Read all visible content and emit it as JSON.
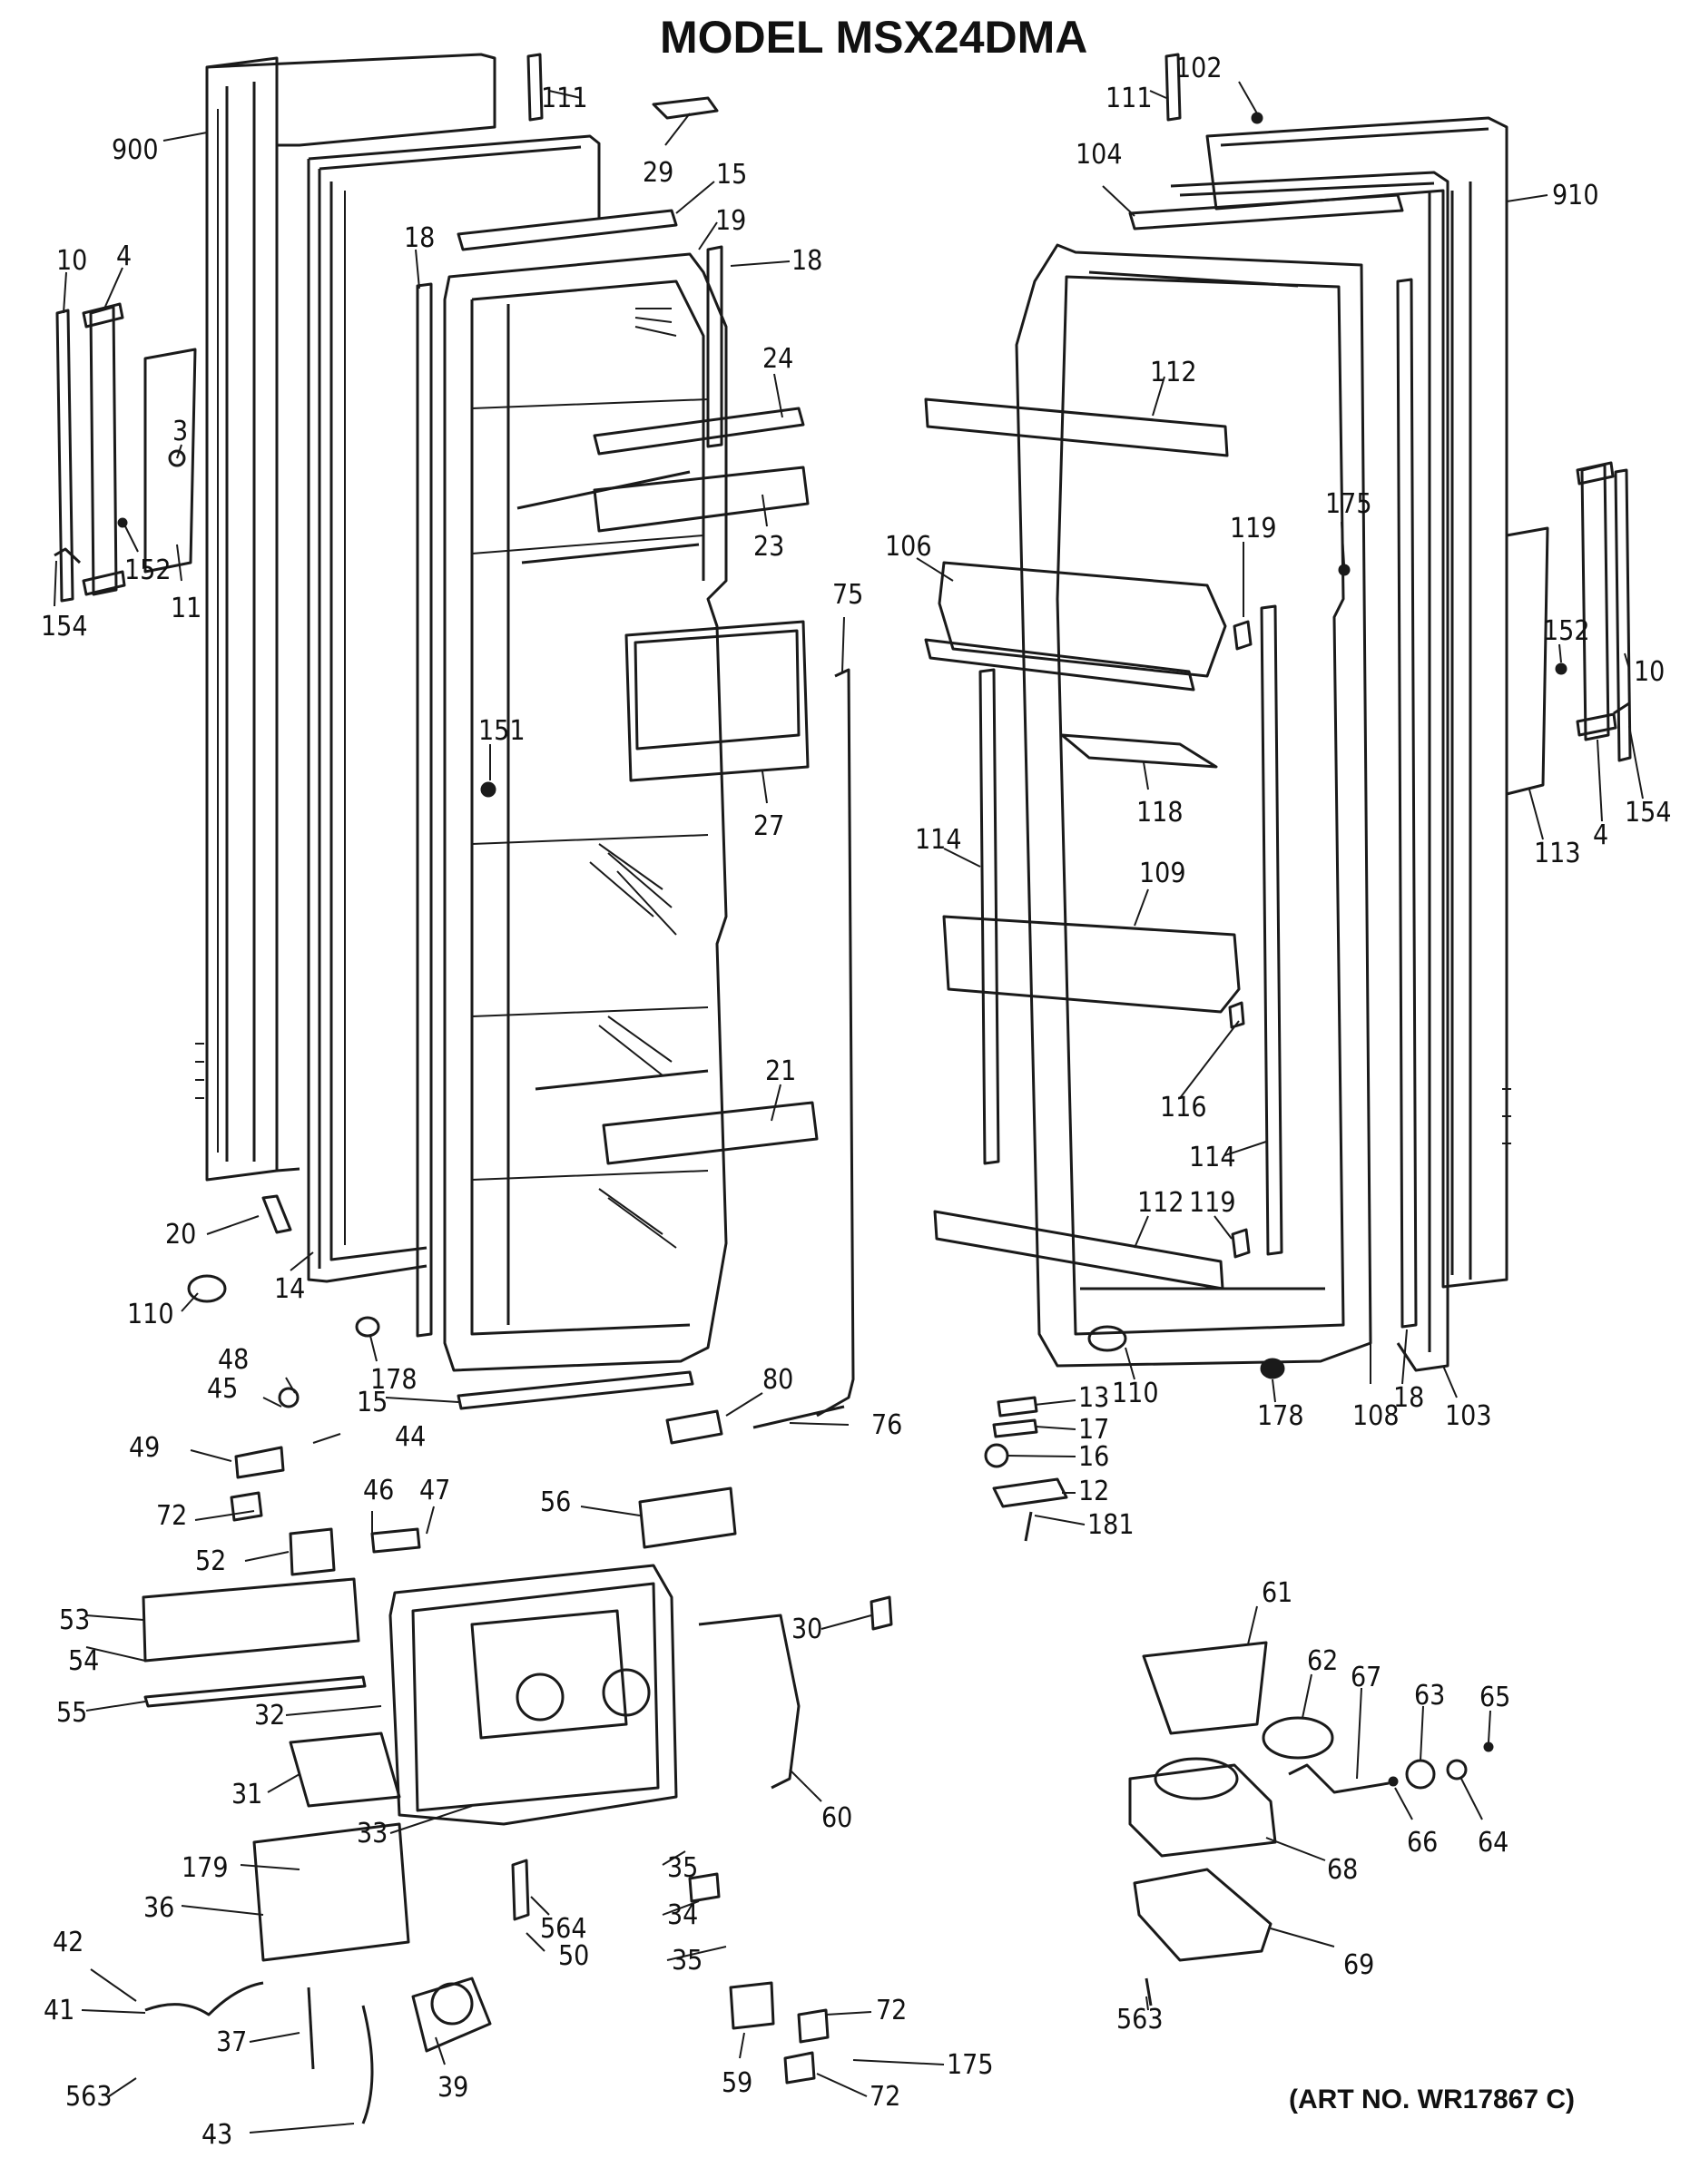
{
  "title": "MODEL MSX24DMA",
  "art_number": "(ART NO. WR17867 C)",
  "labels": [
    {
      "id": "900",
      "text": "900"
    },
    {
      "id": "111a",
      "text": "111"
    },
    {
      "id": "29",
      "text": "29"
    },
    {
      "id": "15a",
      "text": "15"
    },
    {
      "id": "19",
      "text": "19"
    },
    {
      "id": "18a",
      "text": "18"
    },
    {
      "id": "18b",
      "text": "18"
    },
    {
      "id": "10a",
      "text": "10"
    },
    {
      "id": "4a",
      "text": "4"
    },
    {
      "id": "3",
      "text": "3"
    },
    {
      "id": "152a",
      "text": "152"
    },
    {
      "id": "11",
      "text": "11"
    },
    {
      "id": "154a",
      "text": "154"
    },
    {
      "id": "24",
      "text": "24"
    },
    {
      "id": "23",
      "text": "23"
    },
    {
      "id": "27",
      "text": "27"
    },
    {
      "id": "151",
      "text": "151"
    },
    {
      "id": "75",
      "text": "75"
    },
    {
      "id": "21",
      "text": "21"
    },
    {
      "id": "20",
      "text": "20"
    },
    {
      "id": "110a",
      "text": "110"
    },
    {
      "id": "14",
      "text": "14"
    },
    {
      "id": "178a",
      "text": "178"
    },
    {
      "id": "15b",
      "text": "15"
    },
    {
      "id": "80",
      "text": "80"
    },
    {
      "id": "76",
      "text": "76"
    },
    {
      "id": "48",
      "text": "48"
    },
    {
      "id": "45",
      "text": "45"
    },
    {
      "id": "44",
      "text": "44"
    },
    {
      "id": "49",
      "text": "49"
    },
    {
      "id": "72a",
      "text": "72"
    },
    {
      "id": "46",
      "text": "46"
    },
    {
      "id": "47",
      "text": "47"
    },
    {
      "id": "56",
      "text": "56"
    },
    {
      "id": "52",
      "text": "52"
    },
    {
      "id": "53",
      "text": "53"
    },
    {
      "id": "54",
      "text": "54"
    },
    {
      "id": "55",
      "text": "55"
    },
    {
      "id": "32",
      "text": "32"
    },
    {
      "id": "31",
      "text": "31"
    },
    {
      "id": "33",
      "text": "33"
    },
    {
      "id": "30",
      "text": "30"
    },
    {
      "id": "60",
      "text": "60"
    },
    {
      "id": "179",
      "text": "179"
    },
    {
      "id": "36",
      "text": "36"
    },
    {
      "id": "35a",
      "text": "35"
    },
    {
      "id": "34",
      "text": "34"
    },
    {
      "id": "35b",
      "text": "35"
    },
    {
      "id": "564",
      "text": "564"
    },
    {
      "id": "50",
      "text": "50"
    },
    {
      "id": "42",
      "text": "42"
    },
    {
      "id": "41",
      "text": "41"
    },
    {
      "id": "37",
      "text": "37"
    },
    {
      "id": "39",
      "text": "39"
    },
    {
      "id": "563a",
      "text": "563"
    },
    {
      "id": "43",
      "text": "43"
    },
    {
      "id": "59",
      "text": "59"
    },
    {
      "id": "72b",
      "text": "72"
    },
    {
      "id": "175a",
      "text": "175"
    },
    {
      "id": "72c",
      "text": "72"
    },
    {
      "id": "102",
      "text": "102"
    },
    {
      "id": "111b",
      "text": "111"
    },
    {
      "id": "104",
      "text": "104"
    },
    {
      "id": "910",
      "text": "910"
    },
    {
      "id": "112a",
      "text": "112"
    },
    {
      "id": "175b",
      "text": "175"
    },
    {
      "id": "119a",
      "text": "119"
    },
    {
      "id": "106",
      "text": "106"
    },
    {
      "id": "152b",
      "text": "152"
    },
    {
      "id": "10b",
      "text": "10"
    },
    {
      "id": "154b",
      "text": "154"
    },
    {
      "id": "4b",
      "text": "4"
    },
    {
      "id": "113",
      "text": "113"
    },
    {
      "id": "118",
      "text": "118"
    },
    {
      "id": "114a",
      "text": "114"
    },
    {
      "id": "109",
      "text": "109"
    },
    {
      "id": "116",
      "text": "116"
    },
    {
      "id": "114b",
      "text": "114"
    },
    {
      "id": "112b",
      "text": "112"
    },
    {
      "id": "119b",
      "text": "119"
    },
    {
      "id": "110b",
      "text": "110"
    },
    {
      "id": "178b",
      "text": "178"
    },
    {
      "id": "108",
      "text": "108"
    },
    {
      "id": "18c",
      "text": "18"
    },
    {
      "id": "103",
      "text": "103"
    },
    {
      "id": "13",
      "text": "13"
    },
    {
      "id": "17",
      "text": "17"
    },
    {
      "id": "16",
      "text": "16"
    },
    {
      "id": "12",
      "text": "12"
    },
    {
      "id": "181",
      "text": "181"
    },
    {
      "id": "61",
      "text": "61"
    },
    {
      "id": "62",
      "text": "62"
    },
    {
      "id": "67",
      "text": "67"
    },
    {
      "id": "63",
      "text": "63"
    },
    {
      "id": "65",
      "text": "65"
    },
    {
      "id": "66",
      "text": "66"
    },
    {
      "id": "64",
      "text": "64"
    },
    {
      "id": "68",
      "text": "68"
    },
    {
      "id": "69",
      "text": "69"
    },
    {
      "id": "563b",
      "text": "563"
    }
  ]
}
